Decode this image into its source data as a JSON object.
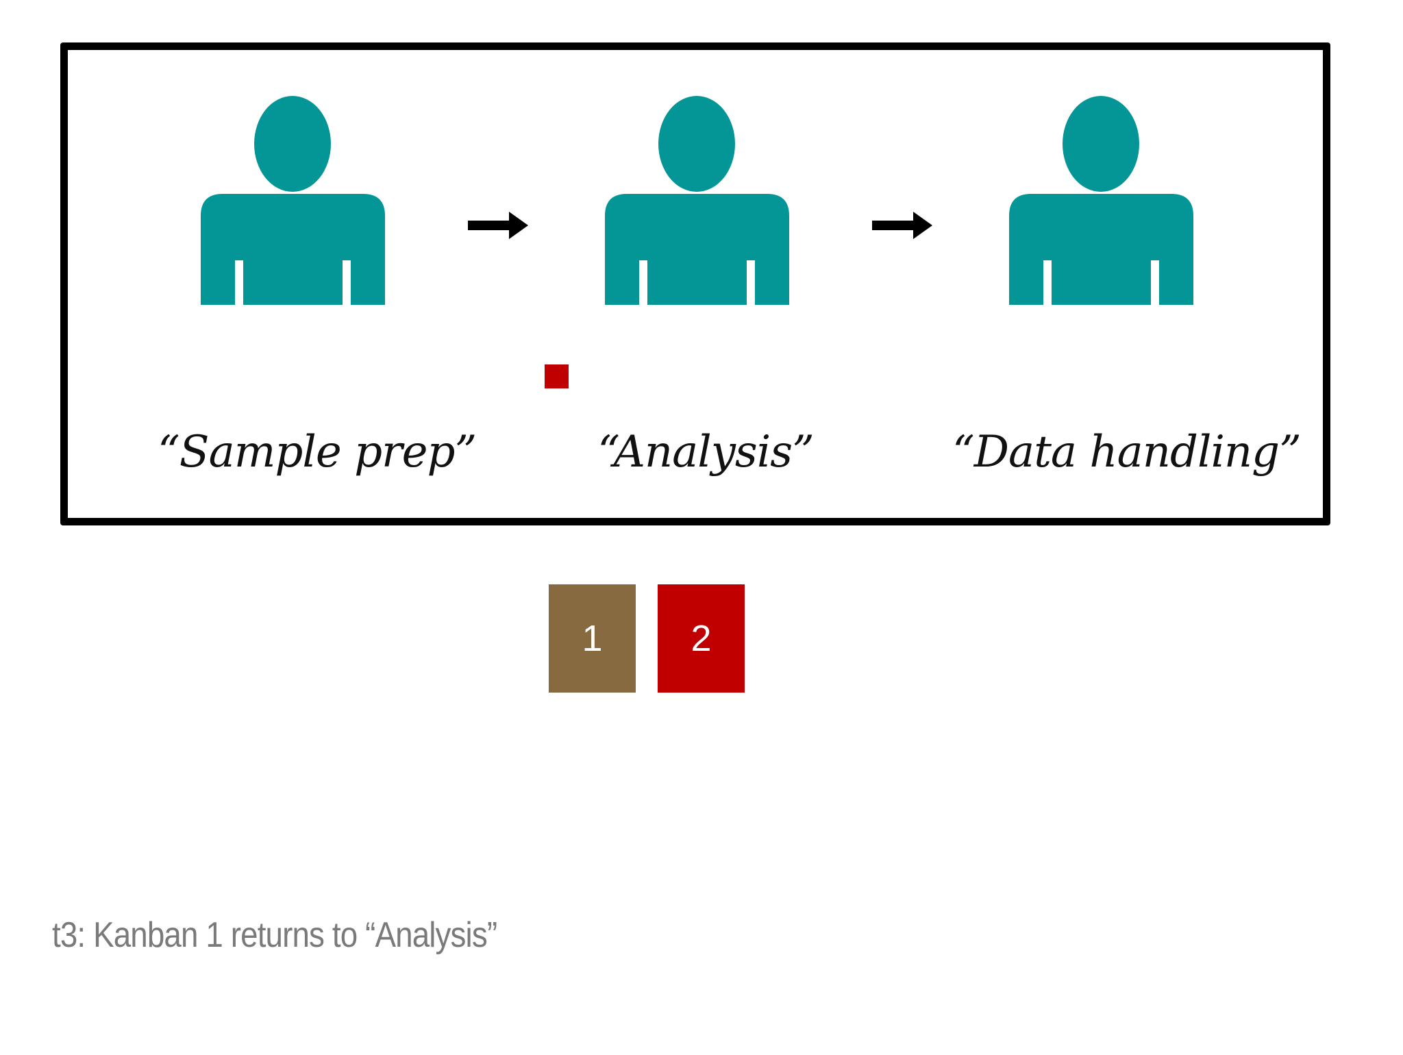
{
  "diagram": {
    "stages": [
      {
        "label": "“Sample prep”",
        "icon": "person-icon"
      },
      {
        "label": "“Analysis”",
        "icon": "person-icon"
      },
      {
        "label": "“Data handling”",
        "icon": "person-icon"
      }
    ],
    "marker_color": "#c00000"
  },
  "kanban_cards": [
    {
      "label": "1",
      "color": "#876a3f"
    },
    {
      "label": "2",
      "color": "#c00000"
    }
  ],
  "caption": "t3: Kanban 1 returns to “Analysis”",
  "colors": {
    "person": "#049696",
    "frame": "#000000",
    "arrow": "#000000",
    "caption": "#7a7a7a"
  }
}
